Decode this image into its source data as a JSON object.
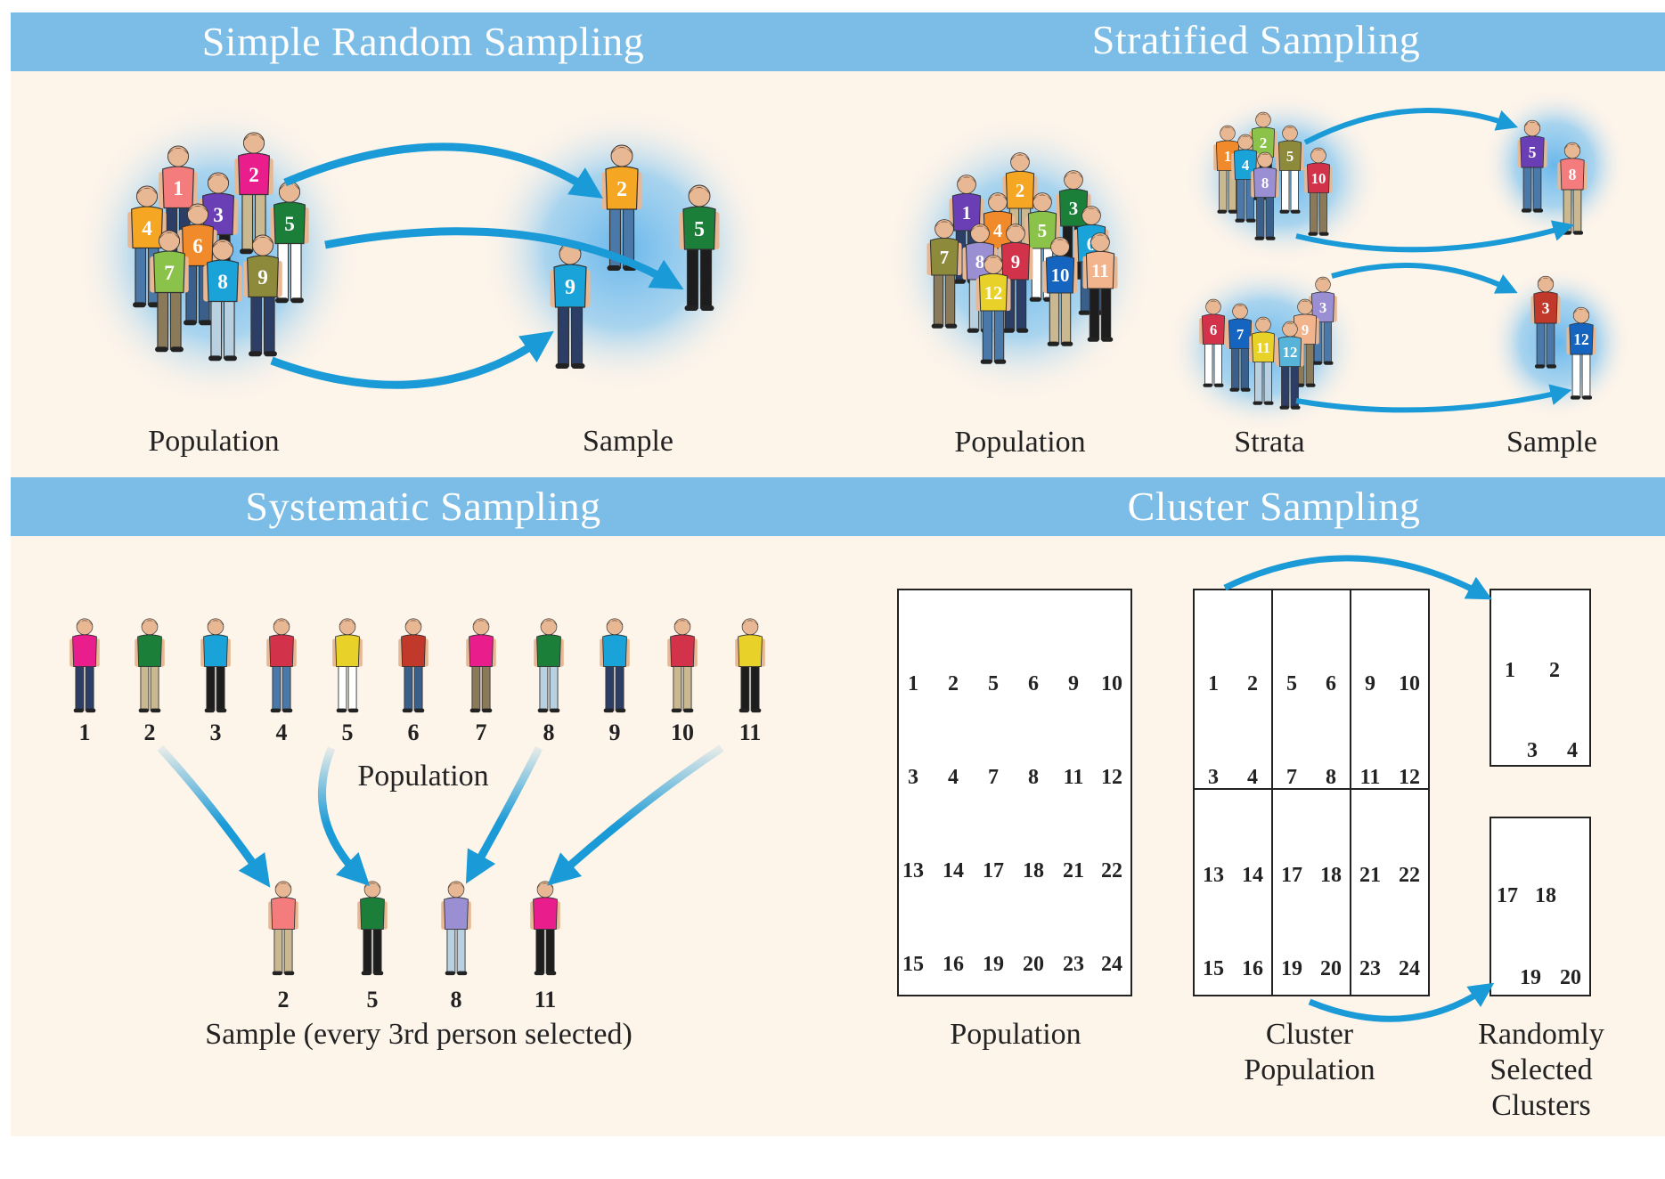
{
  "headers": {
    "simple_random": "Simple Random Sampling",
    "stratified": "Stratified Sampling",
    "systematic": "Systematic Sampling",
    "cluster": "Cluster Sampling"
  },
  "simple_random": {
    "population_label": "Population",
    "sample_label": "Sample",
    "population_numbers": [
      "1",
      "2",
      "3",
      "4",
      "5",
      "6",
      "7",
      "8",
      "9"
    ],
    "sample_numbers": [
      "2",
      "5",
      "9"
    ]
  },
  "stratified": {
    "population_label": "Population",
    "strata_label": "Strata",
    "sample_label": "Sample",
    "population_numbers": [
      "1",
      "2",
      "3",
      "4",
      "5",
      "6",
      "7",
      "8",
      "9",
      "10",
      "11",
      "12"
    ],
    "stratum_a_numbers": [
      "1",
      "2",
      "4",
      "5",
      "8",
      "10"
    ],
    "stratum_b_numbers": [
      "3",
      "6",
      "7",
      "9",
      "11",
      "12"
    ],
    "sample_a_numbers": [
      "5",
      "8"
    ],
    "sample_b_numbers": [
      "3",
      "12"
    ]
  },
  "systematic": {
    "population_label": "Population",
    "population_numbers": [
      "1",
      "2",
      "3",
      "4",
      "5",
      "6",
      "7",
      "8",
      "9",
      "10",
      "11"
    ],
    "sample_numbers": [
      "2",
      "5",
      "8",
      "11"
    ],
    "sample_label": "Sample (every 3rd person selected)"
  },
  "cluster": {
    "population_label": "Population",
    "cluster_population_label_line1": "Cluster",
    "cluster_population_label_line2": "Population",
    "selected_label_line1": "Randomly",
    "selected_label_line2": "Selected",
    "selected_label_line3": "Clusters",
    "grid_rows": [
      [
        "1",
        "2",
        "5",
        "6",
        "9",
        "10"
      ],
      [
        "3",
        "4",
        "7",
        "8",
        "11",
        "12"
      ],
      [
        "13",
        "14",
        "17",
        "18",
        "21",
        "22"
      ],
      [
        "15",
        "16",
        "19",
        "20",
        "23",
        "24"
      ]
    ],
    "selected_cluster_1": [
      "1",
      "2",
      "3",
      "4"
    ],
    "selected_cluster_2": [
      "17",
      "18",
      "19",
      "20"
    ]
  },
  "colors": {
    "header_bar": "#7bbde6",
    "panel_background": "#fdf4ea",
    "arrow": "#1a9ad6",
    "glow": "#62b4ec"
  }
}
